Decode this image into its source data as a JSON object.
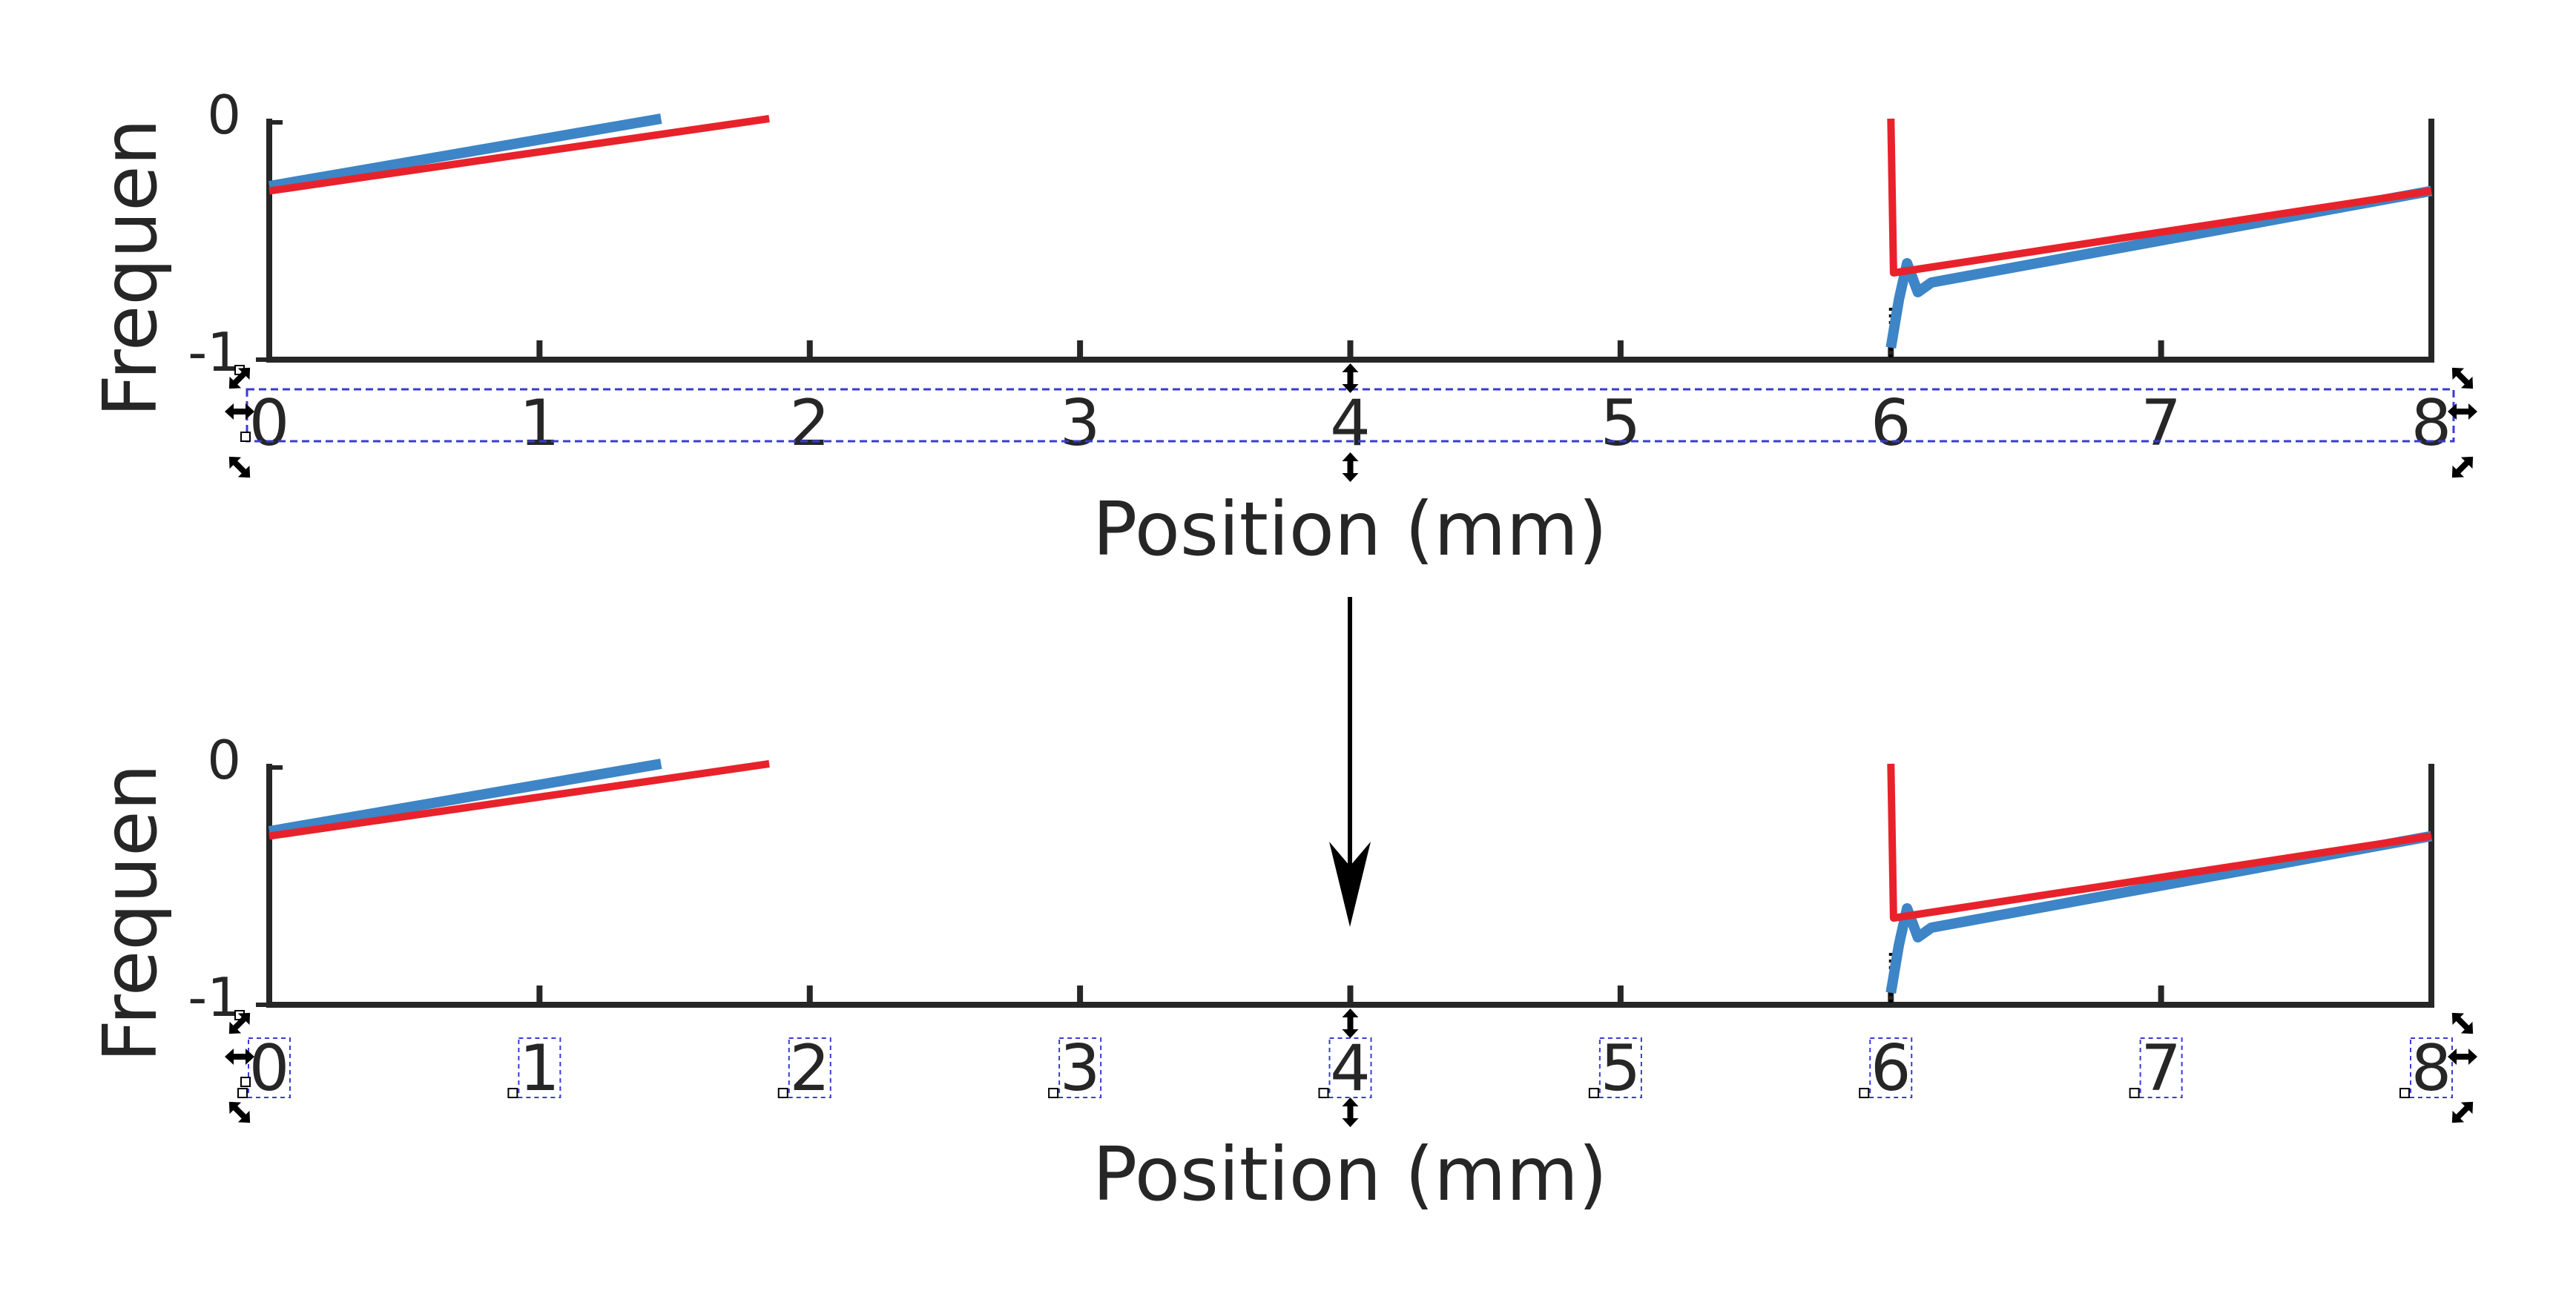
{
  "colors": {
    "axis": "#262626",
    "series_blue": "#3d85c6",
    "series_red": "#e8222b",
    "selection_dash": "#3a3ad6",
    "arrow": "#000000"
  },
  "icons": [
    "resize-handle-icon",
    "node-handle-icon",
    "flow-arrow-icon"
  ],
  "panels": [
    {
      "name": "before",
      "y_tick_top": "0",
      "y_tick_bottom": "-1",
      "ylabel": "Frequen",
      "xlabel": "Position (mm)",
      "x_ticks": [
        "0",
        "1",
        "2",
        "3",
        "4",
        "5",
        "6",
        "7",
        "8"
      ],
      "selection": "group"
    },
    {
      "name": "after",
      "y_tick_top": "0",
      "y_tick_bottom": "-1",
      "ylabel": "Frequen",
      "xlabel": "Position (mm)",
      "x_ticks": [
        "0",
        "1",
        "2",
        "3",
        "4",
        "5",
        "6",
        "7",
        "8"
      ],
      "selection": "individual"
    }
  ],
  "chart_data": {
    "type": "line",
    "xlabel": "Position (mm)",
    "ylabel": "Frequen",
    "xlim": [
      0,
      8
    ],
    "x_ticks": [
      0,
      1,
      2,
      3,
      4,
      5,
      6,
      7,
      8
    ],
    "y_ticks_visible": [
      0,
      -1
    ],
    "series": [
      {
        "color": "blue",
        "segments": [
          {
            "x": [
              0,
              1.45
            ],
            "y": [
              -0.28,
              0
            ]
          },
          {
            "x": [
              6.0,
              6.03,
              6.06,
              6.1,
              6.15,
              8.0
            ],
            "y": [
              -0.95,
              -0.75,
              -0.6,
              -0.72,
              -0.68,
              -0.3
            ]
          }
        ]
      },
      {
        "color": "red",
        "segments": [
          {
            "x": [
              0,
              1.85
            ],
            "y": [
              -0.3,
              0
            ]
          },
          {
            "x": [
              6.0,
              6.01,
              8.0
            ],
            "y": [
              0,
              -0.64,
              -0.3
            ]
          }
        ]
      }
    ]
  }
}
